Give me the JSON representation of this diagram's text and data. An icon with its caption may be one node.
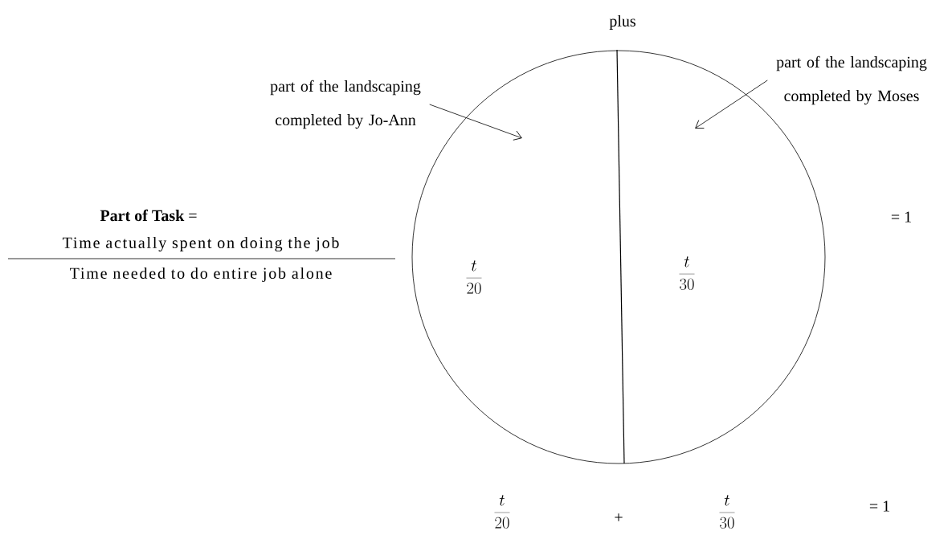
{
  "diagram": {
    "nodes": [
      {
        "text": [
          "part of the landscaping completed by Jo-Ann"
        ]
      },
      {
        "text": [
          "part of the landscaping completed by Moses"
        ]
      },
      {
        "text": [],
        "shape": "circle"
      },
      {
        "text": [
          "\\frac{t}{20}"
        ],
        "in": 2
      },
      {
        "text": [
          "\\frac{t}{30}"
        ],
        "in": 2
      }
    ],
    "edges": [
      {
        "from": 0,
        "to": null,
        "arrow": "to"
      },
      {
        "from": 1,
        "to": null,
        "arrow": "to"
      }
    ],
    "labels": [
      "plus",
      "**Part of Task** =",
      "Time actually spent on doing the job",
      "Time needed to do entire job alone",
      "= 1",
      "\\frac{t}{20}",
      "+",
      "\\frac{t}{30}",
      "= 1"
    ]
  }
}
